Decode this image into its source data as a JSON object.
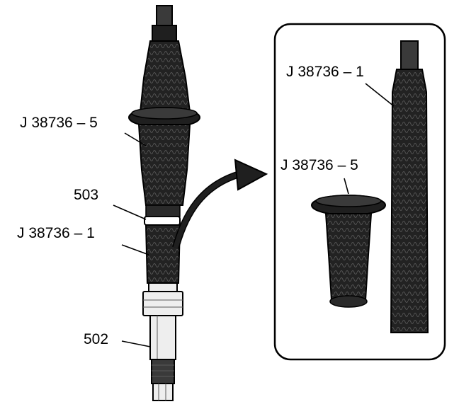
{
  "labels": {
    "main_tool_upper": "J 38736 – 5",
    "main_seal": "503",
    "main_tool_lower": "J 38736 – 1",
    "main_shaft": "502",
    "inset_tool_long": "J 38736 – 1",
    "inset_tool_cup": "J 38736 – 5"
  },
  "colors": {
    "tool_fill": "#1f1f1f",
    "metal_fill": "#eeeeee",
    "outline": "#000000"
  }
}
